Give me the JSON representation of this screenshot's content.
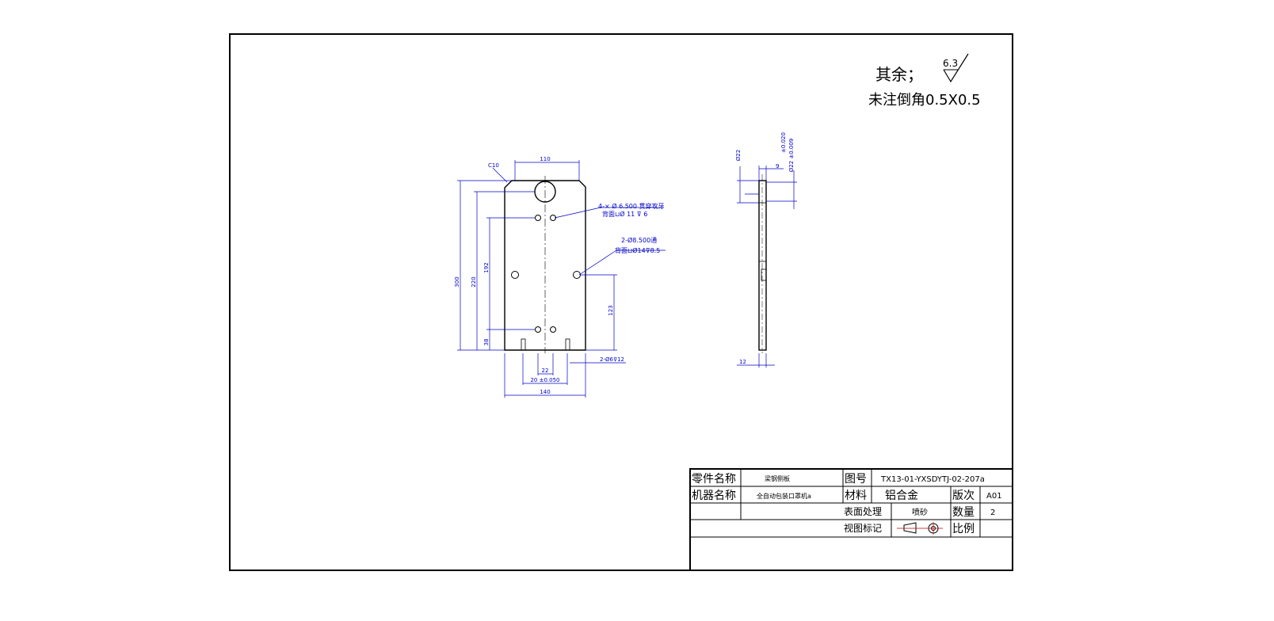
{
  "notes": {
    "roughness_prefix": "其余；",
    "roughness_value": "6.3",
    "chamfer_note": "未注倒角0.5X0.5"
  },
  "front_view": {
    "chamfer": "C10",
    "width_top": "110",
    "height_total": "300",
    "height_2": "220",
    "height_3": "192",
    "height_4": "38",
    "height_right": "123",
    "hole_note_1a": "4-× Ø 6.500 贯穿攻牙",
    "hole_note_1b": "背面⊔Ø 11 ⊽ 6",
    "hole_note_2a": "2-Ø8.500通",
    "hole_note_2b": "背面⊔Ø14⊽8.5",
    "bottom_hole_note": "2-Ø6⊽12",
    "dim_22": "22",
    "dim_20": "20 ±0.050",
    "dim_140": "140"
  },
  "side_view": {
    "dim_dia_a": "Ø22",
    "dim_dia_b": "Ø22 ±0.009",
    "dim_dia_c": "±0.020",
    "dim_9": "9",
    "dim_12": "12"
  },
  "title_block": {
    "part_name_label": "零件名称",
    "part_name_value": "梁钢侧板",
    "drawing_no_label": "图号",
    "drawing_no_value": "TX13-01-YXSDYTJ-02-207a",
    "machine_name_label": "机器名称",
    "machine_name_value": "全自动包装口罩机a",
    "material_label": "材料",
    "material_value": "铝合金",
    "version_label": "版次",
    "version_value": "A01",
    "surface_label": "表面处理",
    "surface_value": "喷砂",
    "quantity_label": "数量",
    "quantity_value": "2",
    "view_mark_label": "视图标记",
    "scale_label": "比例",
    "scale_value": ""
  }
}
